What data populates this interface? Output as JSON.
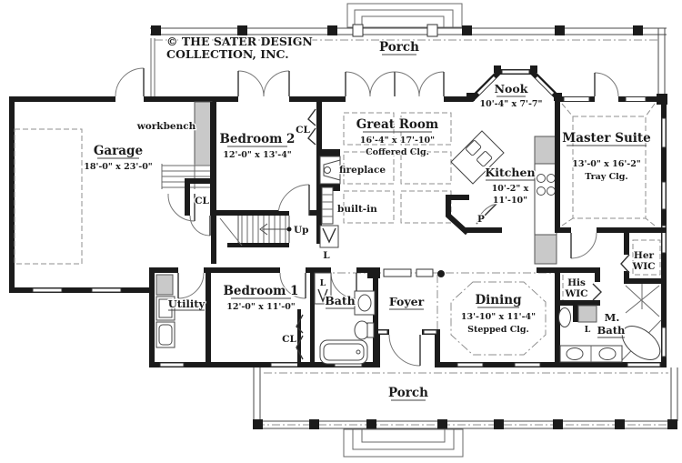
{
  "title_block": {
    "copyright_line1": "© THE SATER DESIGN",
    "copyright_line2": "COLLECTION, INC."
  },
  "porches": {
    "top_label": "Porch",
    "bottom_label": "Porch"
  },
  "rooms": {
    "garage": {
      "name": "Garage",
      "dims": "18'-0\" x 23'-0\""
    },
    "bedroom2": {
      "name": "Bedroom 2",
      "dims": "12'-0\" x 13'-4\""
    },
    "great_room": {
      "name": "Great Room",
      "dims": "16'-4\" x 17'-10\"",
      "ceiling": "Coffered Clg."
    },
    "nook": {
      "name": "Nook",
      "dims": "10'-4\" x 7'-7\""
    },
    "kitchen": {
      "name": "Kitchen",
      "dims_line1": "10'-2\" x",
      "dims_line2": "11'-10\""
    },
    "master_suite": {
      "name": "Master Suite",
      "dims": "13'-0\" x 16'-2\"",
      "ceiling": "Tray Clg."
    },
    "bedroom1": {
      "name": "Bedroom 1",
      "dims": "12'-0\" x 11'-0\""
    },
    "utility": {
      "name": "Utility"
    },
    "bath": {
      "name": "Bath"
    },
    "foyer": {
      "name": "Foyer"
    },
    "dining": {
      "name": "Dining",
      "dims": "13'-10\" x 11'-4\"",
      "ceiling": "Stepped Clg."
    },
    "her_wic": {
      "name_line1": "Her",
      "name_line2": "WIC"
    },
    "his_wic": {
      "name_line1": "His",
      "name_line2": "WIC"
    },
    "master_bath": {
      "name_line1": "M.",
      "name_line2": "Bath"
    }
  },
  "annotations": {
    "workbench": "workbench",
    "fireplace": "fireplace",
    "built_in": "built-in",
    "stairs_up": "Up",
    "pantry": "P",
    "closet": "CL",
    "linen": "L"
  },
  "colors": {
    "wall": "#1b1b1b",
    "thin_line": "#4a4a4a",
    "dash_line": "#8f8f8f",
    "fixture_fill": "#c9c9c9",
    "background": "#ffffff"
  }
}
